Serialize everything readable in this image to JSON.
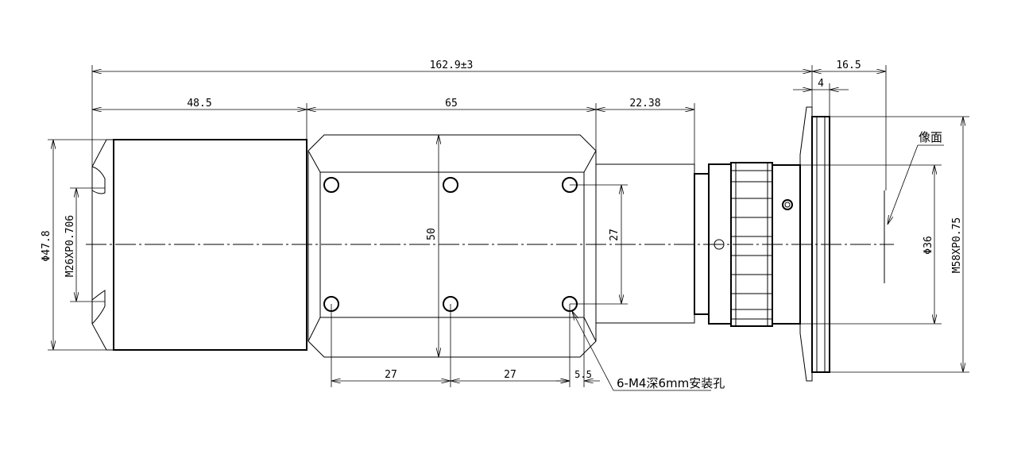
{
  "dimensions": {
    "overall_length": "162.9±3",
    "section1_length": "48.5",
    "section2_length": "65",
    "section3_length": "22.38",
    "flange_offset": "16.5",
    "flange_thickness": "4",
    "hole_spacing_1": "27",
    "hole_spacing_2": "27",
    "hole_edge_offset": "5.5",
    "block_height": "50",
    "hole_vertical_spacing": "27",
    "front_diameter": "Φ47.8",
    "front_thread": "M26XP0.706",
    "rear_diameter": "Φ36",
    "rear_thread": "M58XP0.75"
  },
  "labels": {
    "image_plane": "像面",
    "mounting_holes": "6-M4深6mm安装孔"
  }
}
